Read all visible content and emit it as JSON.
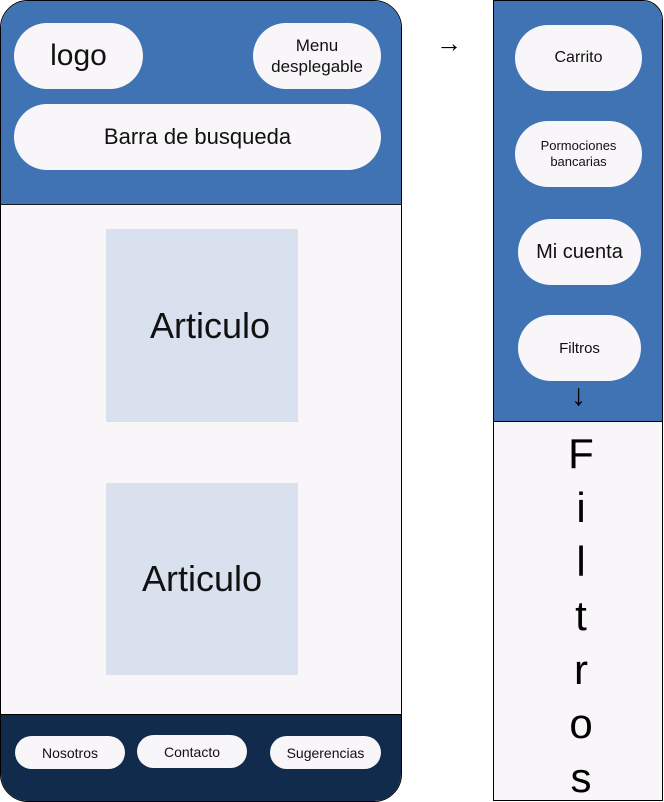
{
  "phone": {
    "header": {
      "logo_label": "logo",
      "menu_label": "Menu\ndesplegable",
      "search_label": "Barra de busqueda"
    },
    "articles": [
      {
        "label": "Articulo"
      },
      {
        "label": "Articulo"
      }
    ],
    "footer": {
      "items": [
        {
          "label": "Nosotros"
        },
        {
          "label": "Contacto"
        },
        {
          "label": "Sugerencias"
        }
      ]
    }
  },
  "arrow_right": "→",
  "side_menu": {
    "items": [
      {
        "label": "Carrito"
      },
      {
        "label": "Pormociones\nbancarias"
      },
      {
        "label": "Mi cuenta"
      },
      {
        "label": "Filtros"
      }
    ],
    "arrow_down": "↓",
    "filters_panel_letters": [
      "F",
      "i",
      "l",
      "t",
      "r",
      "o",
      "s"
    ]
  },
  "colors": {
    "header_blue": "#3f73b3",
    "footer_navy": "#112b4d",
    "article_bg": "#d9e0ee",
    "pill_bg": "#f8f6f8"
  }
}
